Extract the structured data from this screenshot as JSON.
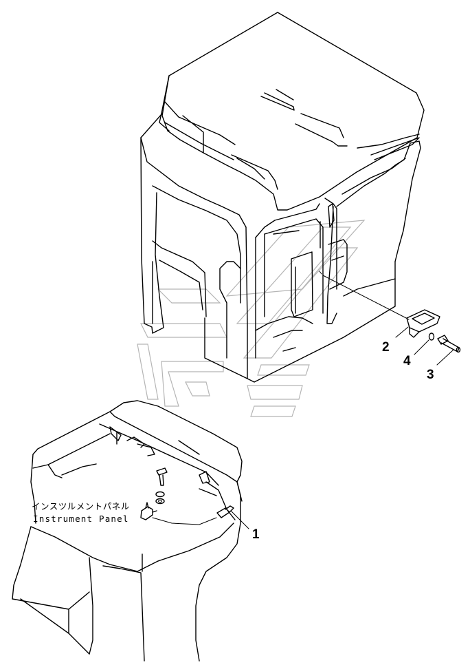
{
  "callouts": {
    "part1": "1",
    "part2": "2",
    "part3": "3",
    "part4": "4"
  },
  "instrument_panel_label": {
    "japanese": "インスツルメントパネル",
    "english": "Instrument Panel"
  },
  "colors": {
    "line": "#000000",
    "watermark": "#b5b5b5",
    "background": "#ffffff"
  }
}
